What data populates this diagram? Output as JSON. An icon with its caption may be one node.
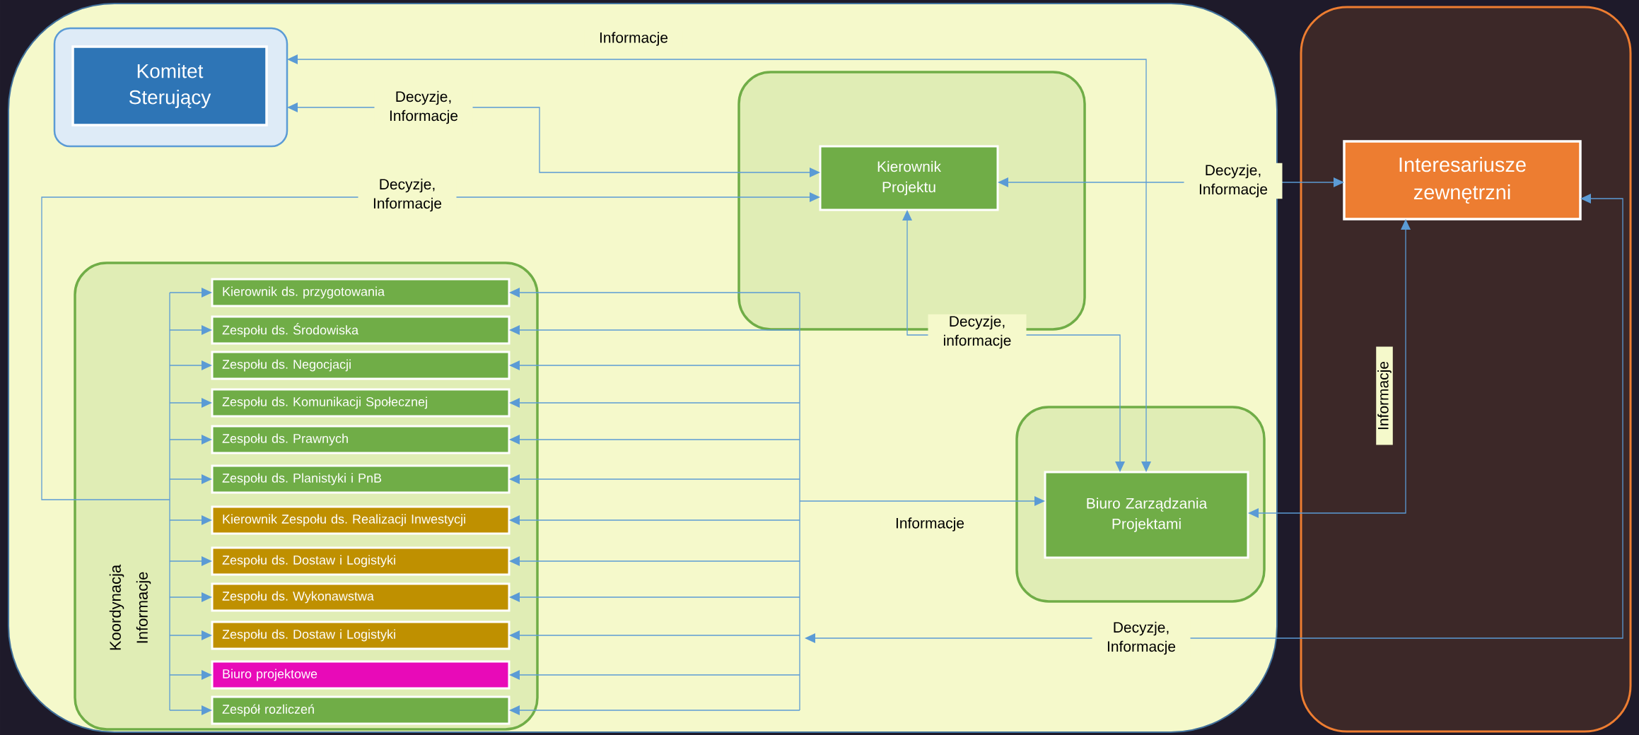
{
  "diagram": {
    "nodes": [
      {
        "text": [],
        "shape": "box"
      },
      {
        "text": [],
        "shape": "box",
        "in": 0
      },
      {
        "text": [
          "Komitet Sterujący"
        ],
        "in": 1
      },
      {
        "text": [],
        "shape": "box",
        "in": 0
      },
      {
        "text": [
          "Kierownik Projektu"
        ],
        "in": 3
      },
      {
        "text": [],
        "shape": "box",
        "in": 0
      },
      {
        "text": [
          "Kierownik ds. przygotowania"
        ],
        "in": 5
      },
      {
        "text": [
          "Zespołu ds. Środowiska"
        ],
        "in": 5
      },
      {
        "text": [
          "Zespołu ds. Negocjacji"
        ],
        "in": 5
      },
      {
        "text": [
          "Zespołu ds. Komunikacji Społecznej"
        ],
        "in": 5
      },
      {
        "text": [
          "Zespołu ds. Prawnych"
        ],
        "in": 5
      },
      {
        "text": [
          "Zespołu ds. Planistyki i PnB"
        ],
        "in": 5
      },
      {
        "text": [
          "Kierownik Zespołu ds. Realizacji Inwestycji"
        ],
        "in": 5
      },
      {
        "text": [
          "Zespołu ds. Dostaw i Logistyki"
        ],
        "in": 5
      },
      {
        "text": [
          "Zespołu ds. Wykonawstwa"
        ],
        "in": 5
      },
      {
        "text": [
          "Zespołu ds. Dostaw i Logistyki"
        ],
        "in": 5
      },
      {
        "text": [
          "Biuro projektowe"
        ],
        "in": 5
      },
      {
        "text": [
          "Zespół rozliczeń"
        ],
        "in": 5
      },
      {
        "text": [],
        "shape": "box",
        "in": 0
      },
      {
        "text": [
          "Biuro Zarządzania Projektami"
        ],
        "in": 18
      },
      {
        "text": [],
        "shape": "box"
      },
      {
        "text": [
          "Interesariusze zewnętrzni"
        ],
        "in": 20
      }
    ],
    "edges": [
      {
        "from": 1,
        "to": 19,
        "arrow": "both",
        "label": "Informacje"
      },
      {
        "from": 1,
        "to": 4,
        "arrow": "both",
        "label": "Decyzje, Informacje"
      },
      {
        "from": 4,
        "to": 21,
        "arrow": "both",
        "label": "Decyzje, Informacje"
      },
      {
        "from": 4,
        "to": 19,
        "arrow": "both",
        "label": "Decyzje, informacje"
      },
      {
        "from": 21,
        "to": 19,
        "arrow": "both",
        "label": "Informacje"
      },
      {
        "from": 21,
        "to": null,
        "arrow": "both",
        "label": "Decyzje, Informacje"
      },
      {
        "from": 4,
        "to": 6,
        "arrow": "both",
        "label": "Decyzje, Informacje"
      },
      {
        "from": 4,
        "to": 7,
        "arrow": "both"
      },
      {
        "from": 4,
        "to": 8,
        "arrow": "both"
      },
      {
        "from": 4,
        "to": 9,
        "arrow": "both"
      },
      {
        "from": 4,
        "to": 10,
        "arrow": "both"
      },
      {
        "from": 4,
        "to": 11,
        "arrow": "both"
      },
      {
        "from": 4,
        "to": 12,
        "arrow": "both"
      },
      {
        "from": 4,
        "to": 13,
        "arrow": "both"
      },
      {
        "from": 4,
        "to": 14,
        "arrow": "both"
      },
      {
        "from": 4,
        "to": 15,
        "arrow": "both"
      },
      {
        "from": 4,
        "to": 16,
        "arrow": "both"
      },
      {
        "from": 4,
        "to": 17,
        "arrow": "both"
      },
      {
        "from": 6,
        "to": 19,
        "arrow": "both",
        "label": "Informacje"
      },
      {
        "from": 7,
        "to": 19,
        "arrow": "both"
      },
      {
        "from": 8,
        "to": 19,
        "arrow": "both"
      },
      {
        "from": 9,
        "to": 19,
        "arrow": "both"
      },
      {
        "from": 10,
        "to": 19,
        "arrow": "both"
      },
      {
        "from": 11,
        "to": 19,
        "arrow": "both"
      },
      {
        "from": 12,
        "to": 19,
        "arrow": "both"
      },
      {
        "from": 13,
        "to": 19,
        "arrow": "both"
      },
      {
        "from": 14,
        "to": 19,
        "arrow": "both"
      },
      {
        "from": 15,
        "to": 19,
        "arrow": "both"
      },
      {
        "from": 16,
        "to": 19,
        "arrow": "both"
      },
      {
        "from": 17,
        "to": 19,
        "arrow": "both"
      }
    ],
    "labels": [
      "Koordynacja",
      "Informacje"
    ]
  }
}
